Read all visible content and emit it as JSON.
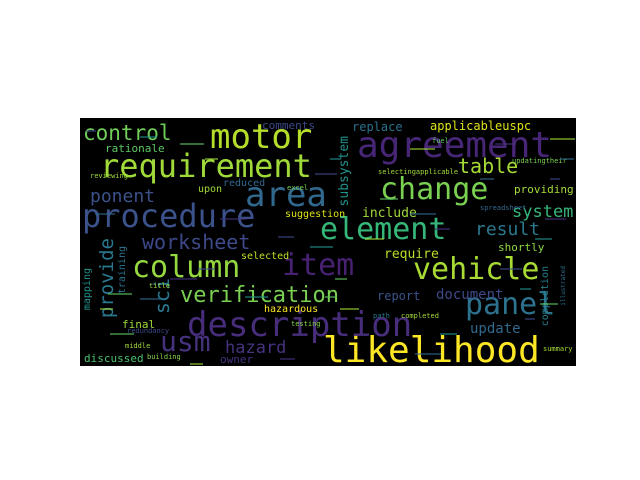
{
  "wordcloud": {
    "background": "#000000",
    "words": [
      {
        "text": "likelihood",
        "color": "#fde725"
      },
      {
        "text": "description",
        "color": "#472d7b"
      },
      {
        "text": "agreement",
        "color": "#482677"
      },
      {
        "text": "requirement",
        "color": "#a0da39"
      },
      {
        "text": "procedure",
        "color": "#3b528b"
      },
      {
        "text": "vehicle",
        "color": "#a8db34"
      },
      {
        "text": "column",
        "color": "#95d840"
      },
      {
        "text": "change",
        "color": "#7ad151"
      },
      {
        "text": "element",
        "color": "#35b779"
      },
      {
        "text": "panel",
        "color": "#2c728e"
      },
      {
        "text": "item",
        "color": "#482173"
      },
      {
        "text": "motor",
        "color": "#b5de2b"
      },
      {
        "text": "area",
        "color": "#31688e"
      },
      {
        "text": "usm",
        "color": "#46327e"
      },
      {
        "text": "verification",
        "color": "#7ad151"
      },
      {
        "text": "control",
        "color": "#6ece58"
      },
      {
        "text": "table",
        "color": "#a5db36"
      },
      {
        "text": "worksheet",
        "color": "#3e4989"
      },
      {
        "text": "ponent",
        "color": "#3b528b"
      },
      {
        "text": "result",
        "color": "#2a788e"
      },
      {
        "text": "provide",
        "color": "#2a788e"
      },
      {
        "text": "hazard",
        "color": "#46327e"
      },
      {
        "text": "subsystem",
        "color": "#21918c"
      },
      {
        "text": "system",
        "color": "#35b779"
      },
      {
        "text": "document",
        "color": "#3e4989"
      },
      {
        "text": "update",
        "color": "#31688e"
      },
      {
        "text": "include",
        "color": "#a0da39"
      },
      {
        "text": "require",
        "color": "#b8de29"
      },
      {
        "text": "report",
        "color": "#3b528b"
      },
      {
        "text": "comments",
        "color": "#3e4989"
      },
      {
        "text": "replace",
        "color": "#2c728e"
      },
      {
        "text": "applicableuspc",
        "color": "#dde318"
      },
      {
        "text": "rationale",
        "color": "#5ec962"
      },
      {
        "text": "providing",
        "color": "#a5db36"
      },
      {
        "text": "shortly",
        "color": "#90d743"
      },
      {
        "text": "completion",
        "color": "#277f8e"
      },
      {
        "text": "suggestion",
        "color": "#dde318"
      },
      {
        "text": "reduced",
        "color": "#31688e"
      },
      {
        "text": "selected",
        "color": "#c2df23"
      },
      {
        "text": "hazardous",
        "color": "#fde725"
      },
      {
        "text": "final",
        "color": "#9fda3a"
      },
      {
        "text": "owner",
        "color": "#46327e"
      },
      {
        "text": "discussed",
        "color": "#4ac16d"
      },
      {
        "text": "mapping",
        "color": "#21918c"
      },
      {
        "text": "training",
        "color": "#2c728e"
      },
      {
        "text": "upon",
        "color": "#a0da39"
      },
      {
        "text": "sci",
        "color": "#2a788e"
      },
      {
        "text": "excel",
        "color": "#7ad151"
      },
      {
        "text": "summary",
        "color": "#a8db34"
      },
      {
        "text": "illustrated",
        "color": "#2c728e"
      },
      {
        "text": "redundancy",
        "color": "#3e4989"
      },
      {
        "text": "testing",
        "color": "#86d549"
      },
      {
        "text": "path",
        "color": "#2a788e"
      },
      {
        "text": "completed",
        "color": "#a0da39"
      },
      {
        "text": "fuel",
        "color": "#5ec962"
      },
      {
        "text": "building",
        "color": "#86d549"
      },
      {
        "text": "title",
        "color": "#a0da39"
      },
      {
        "text": "updatingtheir",
        "color": "#7ad151"
      },
      {
        "text": "selectingapplicable",
        "color": "#a0da39"
      },
      {
        "text": "spreadsheet",
        "color": "#31688e"
      },
      {
        "text": "middle",
        "color": "#a0da39"
      },
      {
        "text": "reviewing",
        "color": "#a0da39"
      }
    ]
  }
}
